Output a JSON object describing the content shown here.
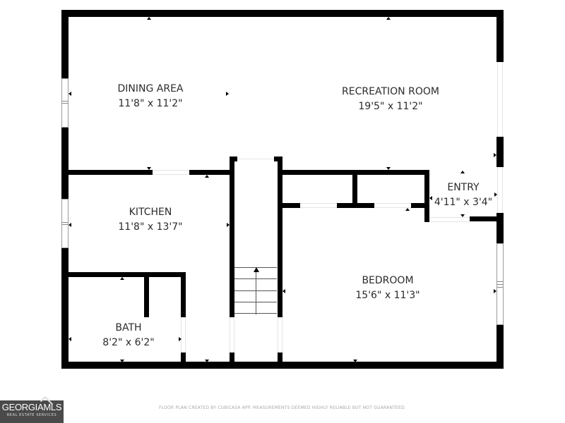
{
  "floor_plan": {
    "rooms": [
      {
        "id": "dining-area",
        "name": "DINING AREA",
        "dimensions": "11'8\" x 11'2\""
      },
      {
        "id": "recreation-room",
        "name": "RECREATION ROOM",
        "dimensions": "19'5\" x 11'2\""
      },
      {
        "id": "entry",
        "name": "ENTRY",
        "dimensions": "4'11\" x 3'4\""
      },
      {
        "id": "kitchen",
        "name": "KITCHEN",
        "dimensions": "11'8\" x 13'7\""
      },
      {
        "id": "bedroom",
        "name": "BEDROOM",
        "dimensions": "15'6\" x 11'3\""
      },
      {
        "id": "bath",
        "name": "BATH",
        "dimensions": "8'2\" x 6'2\""
      }
    ],
    "colors": {
      "wall": "#000000",
      "background": "#ffffff",
      "label_text": "#2b2b2b",
      "logo_background": "#4a4a4a",
      "disclaimer_text": "#a8a8a8"
    }
  },
  "footer": {
    "logo_main": "GEORGIAMLS",
    "logo_sub": "REAL ESTATE SERVICES",
    "disclaimer": "FLOOR PLAN CREATED BY CUBICASA APP. MEASUREMENTS DEEMED HIGHLY RELIABLE BUT NOT GUARANTEED."
  }
}
